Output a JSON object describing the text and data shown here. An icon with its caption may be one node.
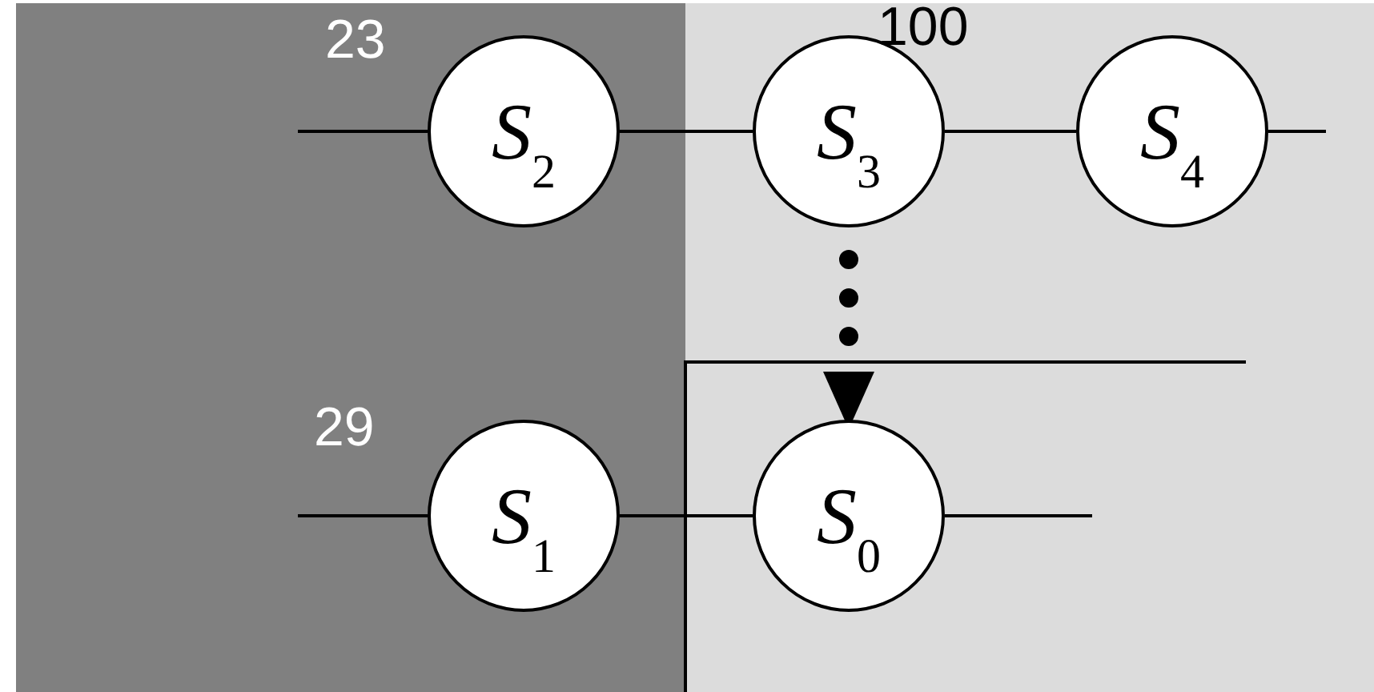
{
  "diagram": {
    "nodes": [
      {
        "text": [
          "*S*$_{2}$"
        ],
        "beside": [
          "23"
        ]
      },
      {
        "text": [
          "*S*$_{3}$"
        ],
        "beside": [
          "100"
        ]
      },
      {
        "text": [
          "*S*$_{4}$"
        ]
      },
      {
        "text": [
          "*S*$_{1}$"
        ],
        "beside": [
          "29"
        ]
      },
      {
        "text": [
          "*S*$_{0}$"
        ]
      }
    ],
    "edges": [
      {
        "from": null,
        "to": 0,
        "arrow": "none"
      },
      {
        "from": 0,
        "to": 1,
        "arrow": "none"
      },
      {
        "from": 1,
        "to": 2,
        "arrow": "none"
      },
      {
        "from": 2,
        "to": null,
        "arrow": "none"
      },
      {
        "from": 1,
        "to": 4,
        "arrow": "to",
        "style": "dashed"
      },
      {
        "from": null,
        "to": 3,
        "arrow": "none"
      },
      {
        "from": 3,
        "to": 4,
        "arrow": "none"
      },
      {
        "from": 4,
        "to": null,
        "arrow": "none"
      }
    ]
  }
}
